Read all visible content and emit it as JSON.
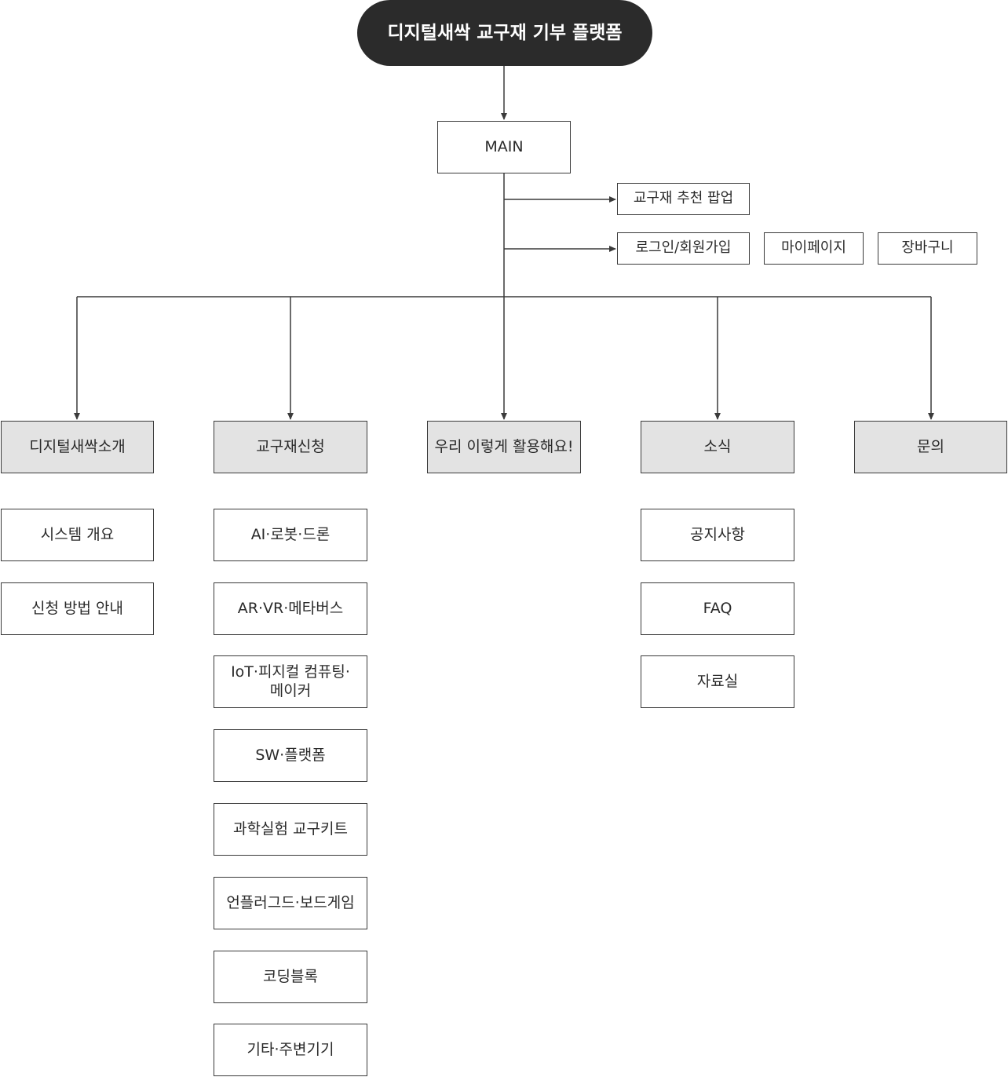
{
  "root": {
    "label": "디지털새싹 교구재 기부 플랫폼"
  },
  "main": {
    "label": "MAIN"
  },
  "popup": {
    "label": "교구재 추천 팝업"
  },
  "utility": {
    "login": "로그인/회원가입",
    "mypage": "마이페이지",
    "cart": "장바구니"
  },
  "categories": [
    {
      "label": "디지털새싹소개",
      "children": [
        "시스템 개요",
        "신청 방법 안내"
      ]
    },
    {
      "label": "교구재신청",
      "children": [
        "AI·로봇·드론",
        "AR·VR·메타버스",
        "IoT·피지컬 컴퓨팅·\n메이커",
        "SW·플랫폼",
        "과학실험 교구키트",
        "언플러그드·보드게임",
        "코딩블록",
        "기타·주변기기"
      ]
    },
    {
      "label": "우리 이렇게 활용해요!",
      "children": []
    },
    {
      "label": "소식",
      "children": [
        "공지사항",
        "FAQ",
        "자료실"
      ]
    },
    {
      "label": "문의",
      "children": []
    }
  ],
  "colors": {
    "root_fill": "#2b2b2b",
    "category_fill": "#e3e3e3",
    "line": "#3a3a3a"
  }
}
